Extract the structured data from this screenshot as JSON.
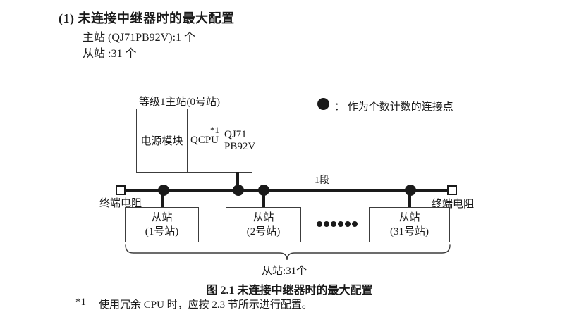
{
  "colors": {
    "ink": "#1a1a1a",
    "box_border": "#3c3c3c",
    "background": "#ffffff"
  },
  "header": {
    "heading": "(1) 未连接中继器时的最大配置",
    "line1": "主站 (QJ71PB92V):1 个",
    "line2": "从站 :31 个"
  },
  "legend": {
    "symbol": "connection-count-dot",
    "text": "： 作为个数计数的连接点"
  },
  "diagram": {
    "master": {
      "label": "等级1主站(0号站)",
      "power_module": "电源模块",
      "cpu": "QCPU",
      "cpu_note": "*1",
      "pb_module": "QJ71\nPB92V"
    },
    "bus": {
      "segment_label": "1段",
      "terminator_left_label": "终端电阻",
      "terminator_right_label": "终端电阻"
    },
    "slaves": [
      {
        "line1": "从站",
        "line2": "(1号站)"
      },
      {
        "line1": "从站",
        "line2": "(2号站)"
      },
      {
        "line1": "从站",
        "line2": "(31号站)"
      }
    ],
    "ellipsis_dot_count": 6,
    "brace_label": "从站:31个"
  },
  "caption": "图 2.1 未连接中继器时的最大配置",
  "footnote": {
    "marker": "*1",
    "text": "使用冗余 CPU 时，应按 2.3 节所示进行配置。"
  }
}
